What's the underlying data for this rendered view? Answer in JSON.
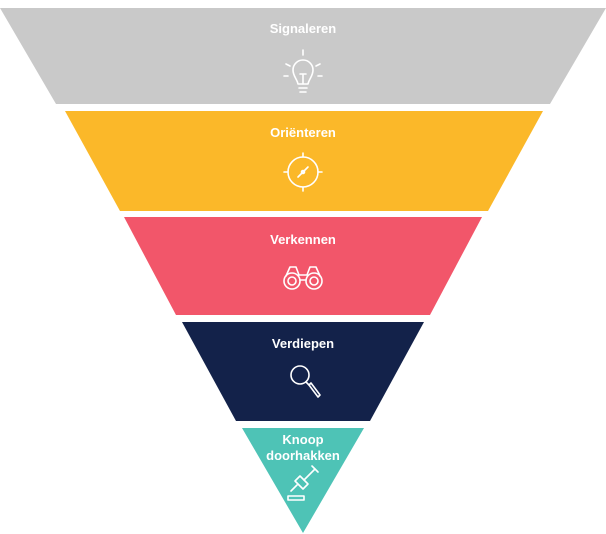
{
  "stages": [
    {
      "id": "signaleren",
      "label": "Signaleren",
      "color": "#c9c9c9",
      "icon": "lightbulb-icon"
    },
    {
      "id": "orienteren",
      "label": "Oriënteren",
      "color": "#fbb829",
      "icon": "compass-icon"
    },
    {
      "id": "verkennen",
      "label": "Verkennen",
      "color": "#f2566a",
      "icon": "binoculars-icon"
    },
    {
      "id": "verdiepen",
      "label": "Verdiepen",
      "color": "#13224a",
      "icon": "magnifier-icon"
    },
    {
      "id": "knoop",
      "label_lines": [
        "Knoop",
        "doorhakken"
      ],
      "color": "#4ec3b6",
      "icon": "gavel-icon"
    }
  ]
}
